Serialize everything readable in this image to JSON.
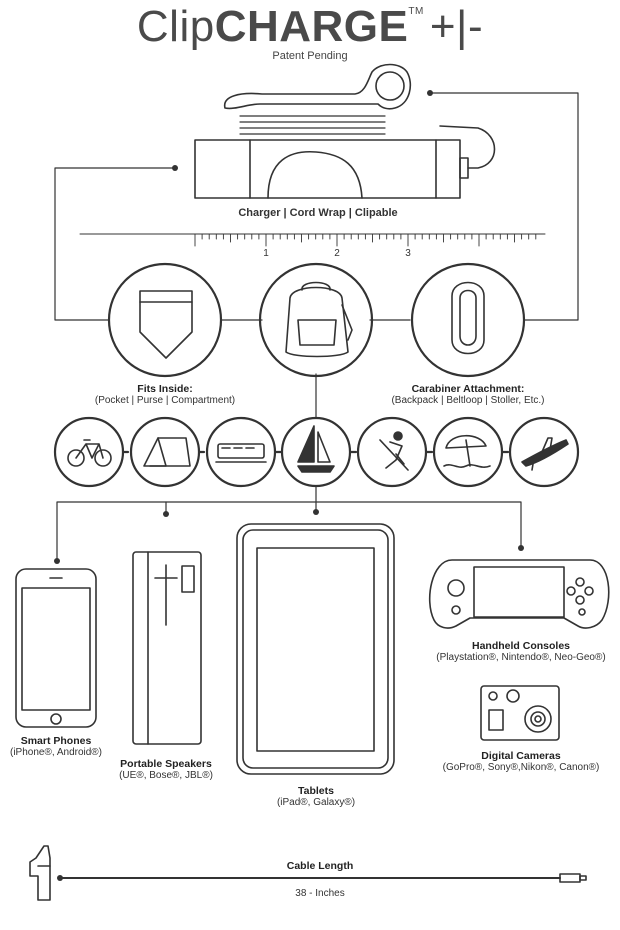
{
  "header": {
    "brand_light": "Clip",
    "brand_bold": "CHARGE",
    "brand_tm": "TM",
    "brand_suffix": "+|-",
    "subtitle": "Patent Pending"
  },
  "product": {
    "caption": "Charger | Cord Wrap | Clipable",
    "ruler_ticks": [
      "1",
      "2",
      "3"
    ]
  },
  "modes": {
    "fits_inside": {
      "title": "Fits Inside:",
      "detail": "(Pocket | Purse | Compartment)"
    },
    "carabiner": {
      "title": "Carabiner Attachment:",
      "detail": "(Backpack | Beltloop | Stoller, Etc.)"
    }
  },
  "activity_icons": [
    "bicycle-icon",
    "tent-icon",
    "train-icon",
    "sailboat-icon",
    "skier-icon",
    "beach-umbrella-icon",
    "airplane-icon"
  ],
  "devices": {
    "phones": {
      "title": "Smart Phones",
      "detail": "(iPhone®, Android®)"
    },
    "speakers": {
      "title": "Portable Speakers",
      "detail": "(UE®, Bose®, JBL®)"
    },
    "tablets": {
      "title": "Tablets",
      "detail": "(iPad®, Galaxy®)"
    },
    "consoles": {
      "title": "Handheld Consoles",
      "detail": "(Playstation®, Nintendo®, Neo-Geo®)"
    },
    "cameras": {
      "title": "Digital Cameras",
      "detail": "(GoPro®, Sony®,Nikon®, Canon®)"
    }
  },
  "cable": {
    "title": "Cable Length",
    "detail": "38 - Inches"
  },
  "colors": {
    "line": "#333333",
    "text": "#333333",
    "title": "#4a4a4a"
  }
}
